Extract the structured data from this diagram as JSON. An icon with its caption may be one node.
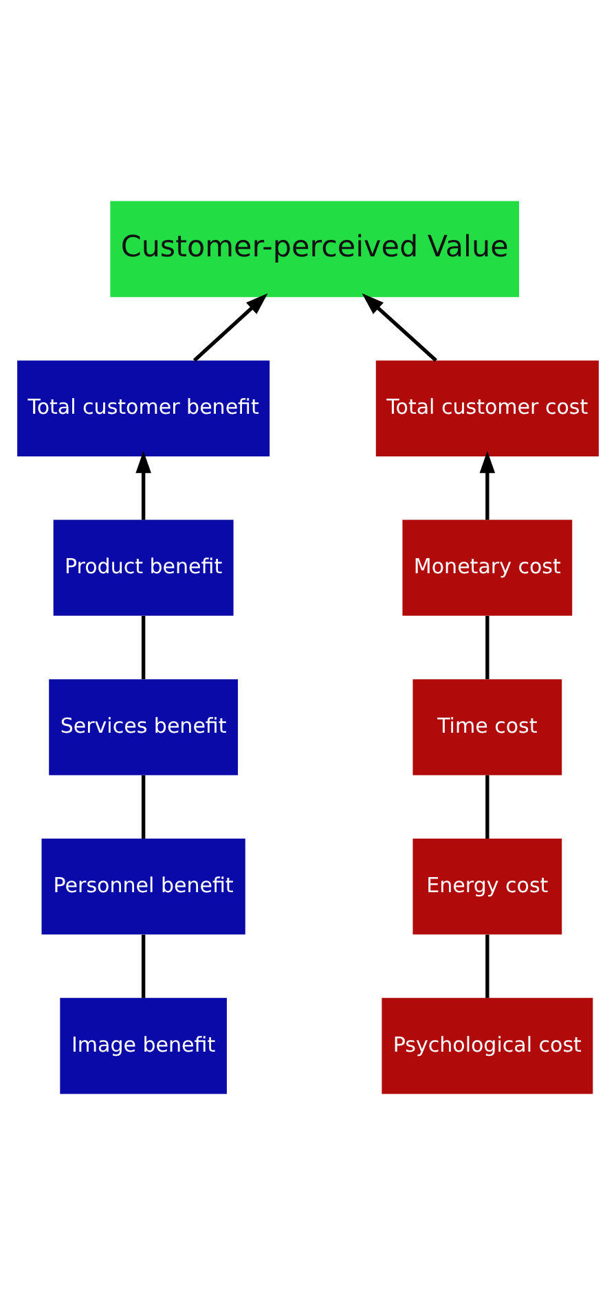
{
  "diagram": {
    "nodes": [
      {
        "text": [
          "Customer-perceived Value"
        ]
      },
      {
        "text": [
          "Total customer benefit"
        ]
      },
      {
        "text": [
          "Total customer cost"
        ]
      },
      {
        "text": [
          "Product benefit"
        ]
      },
      {
        "text": [
          "Monetary cost"
        ]
      },
      {
        "text": [
          "Services benefit"
        ]
      },
      {
        "text": [
          "Time cost"
        ]
      },
      {
        "text": [
          "Personnel benefit"
        ]
      },
      {
        "text": [
          "Energy cost"
        ]
      },
      {
        "text": [
          "Image benefit"
        ]
      },
      {
        "text": [
          "Psychological cost"
        ]
      }
    ],
    "edges": [
      {
        "from": 1,
        "to": 0,
        "arrow": "to"
      },
      {
        "from": 2,
        "to": 0,
        "arrow": "to"
      },
      {
        "from": 3,
        "to": 1,
        "arrow": "to"
      },
      {
        "from": 4,
        "to": 2,
        "arrow": "to"
      },
      {
        "from": 5,
        "to": 3,
        "arrow": "none"
      },
      {
        "from": 6,
        "to": 4,
        "arrow": "none"
      },
      {
        "from": 7,
        "to": 5,
        "arrow": "none"
      },
      {
        "from": 8,
        "to": 6,
        "arrow": "none"
      },
      {
        "from": 9,
        "to": 7,
        "arrow": "none"
      },
      {
        "from": 10,
        "to": 8,
        "arrow": "none"
      }
    ]
  }
}
